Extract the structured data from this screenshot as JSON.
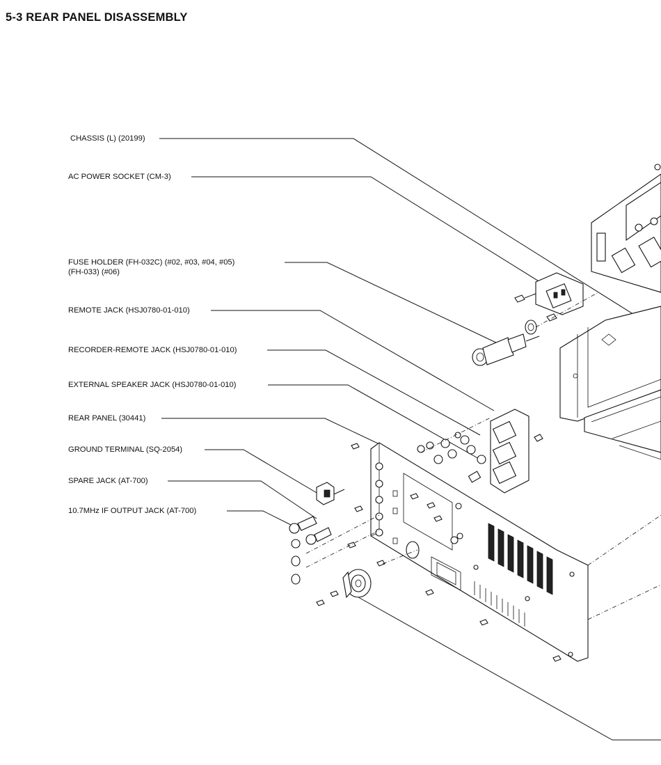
{
  "title": "5-3 REAR PANEL DISASSEMBLY",
  "callouts": [
    {
      "id": "chassis",
      "lines": [
        "CHASSIS (L) (20199)"
      ]
    },
    {
      "id": "ac-socket",
      "lines": [
        "AC POWER SOCKET (CM-3)"
      ]
    },
    {
      "id": "fuse-holder",
      "lines": [
        "FUSE HOLDER (FH-032C) (#02, #03, #04, #05)",
        "(FH-033) (#06)"
      ]
    },
    {
      "id": "remote-jack",
      "lines": [
        "REMOTE JACK (HSJ0780-01-010)"
      ]
    },
    {
      "id": "recorder-remote-jack",
      "lines": [
        "RECORDER-REMOTE JACK (HSJ0780-01-010)"
      ]
    },
    {
      "id": "ext-speaker-jack",
      "lines": [
        "EXTERNAL SPEAKER JACK (HSJ0780-01-010)"
      ]
    },
    {
      "id": "rear-panel",
      "lines": [
        "REAR PANEL (30441)"
      ]
    },
    {
      "id": "ground-terminal",
      "lines": [
        "GROUND TERMINAL (SQ-2054)"
      ]
    },
    {
      "id": "spare-jack",
      "lines": [
        "SPARE JACK (AT-700)"
      ]
    },
    {
      "id": "if-output-jack",
      "lines": [
        "10.7MHz IF OUTPUT JACK (AT-700)"
      ]
    }
  ]
}
